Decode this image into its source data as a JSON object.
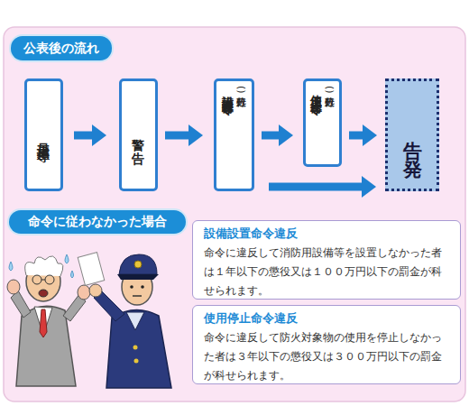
{
  "diagram": {
    "nodes": [
      {
        "text": [
          "公表後の流れ"
        ]
      },
      {
        "text": [
          "是正指導"
        ]
      },
      {
        "text": [
          "警告"
        ]
      },
      {
        "text": [
          "設備設置命令",
          "(行政処分)"
        ]
      },
      {
        "text": [
          "使用停止命令",
          "(行政処分)"
        ]
      },
      {
        "text": [
          "告発"
        ]
      },
      {
        "text": [
          "命令に従わなかった場合"
        ]
      },
      {
        "text": [
          "設備設置命令違反",
          "命令に違反して消防用設備等を設置しなかった者 は１年以下の懲役又は１００万円以下の罰金が科 せられます。"
        ]
      },
      {
        "text": [
          "使用停止命令違反",
          "命令に違反して防火対象物の使用を停止しなかっ た者は３年以下の懲役又は３００万円以下の罰金 が科せられます。"
        ]
      }
    ],
    "edges": [
      {
        "from": 1,
        "to": 2,
        "arrow": "to"
      },
      {
        "from": 2,
        "to": 3,
        "arrow": "to"
      },
      {
        "from": 3,
        "to": 4,
        "arrow": "to"
      },
      {
        "from": 4,
        "to": 5,
        "arrow": "to"
      },
      {
        "from": 3,
        "to": 5,
        "arrow": "to"
      }
    ]
  }
}
